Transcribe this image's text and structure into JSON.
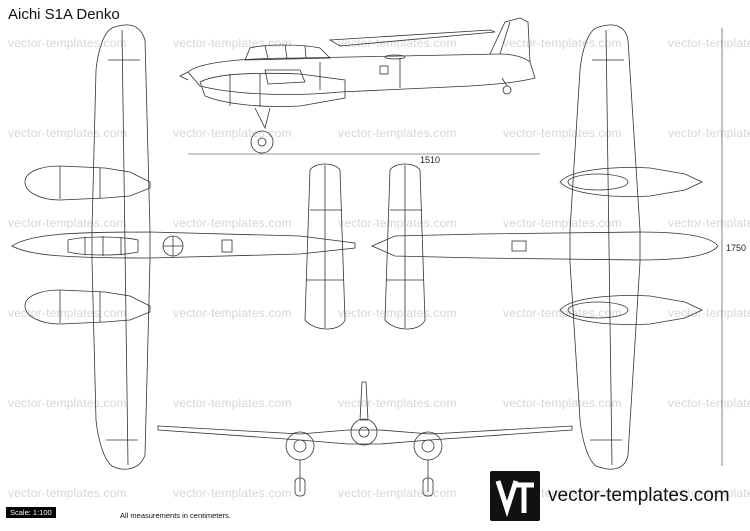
{
  "title": "Aichi S1A Denko",
  "watermark": "vector-templates.com",
  "dimensions": {
    "length": "1510",
    "span": "1750"
  },
  "footer": {
    "scale": "Scale: 1:100",
    "note": "All measurements in centimeters."
  },
  "logo": {
    "mark": "VT",
    "text": "vector-templates.com"
  },
  "colors": {
    "line": "#333333",
    "watermark": "#d6d6d6",
    "logo_bg": "#111111"
  }
}
